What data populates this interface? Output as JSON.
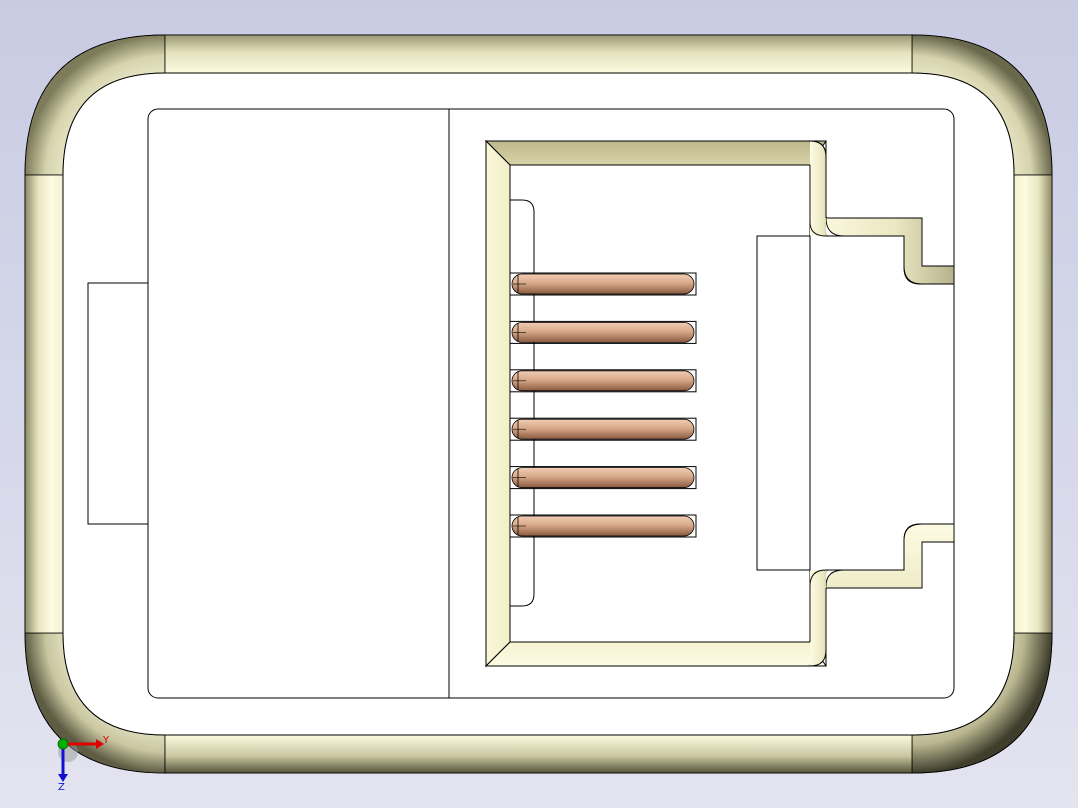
{
  "view": {
    "background_top": "#c9cbe3",
    "background_bottom": "#e3e4ef",
    "body_face_color": "#ffffff",
    "shell_highlight_color": "#fbf9dc",
    "shell_shadow_color": "#8c8a66",
    "latch_bevel_color": "#c9c49a",
    "edge_line_color": "#000000"
  },
  "connector": {
    "contact_count": 6,
    "contact_color": "#d8a98a",
    "contact_shadow_color": "#8a5a40"
  },
  "triad": {
    "y_label": "Y",
    "z_label": "Z",
    "y_axis_color": "#e00000",
    "z_axis_color": "#1010d0",
    "x_axis_color": "#00b000"
  }
}
